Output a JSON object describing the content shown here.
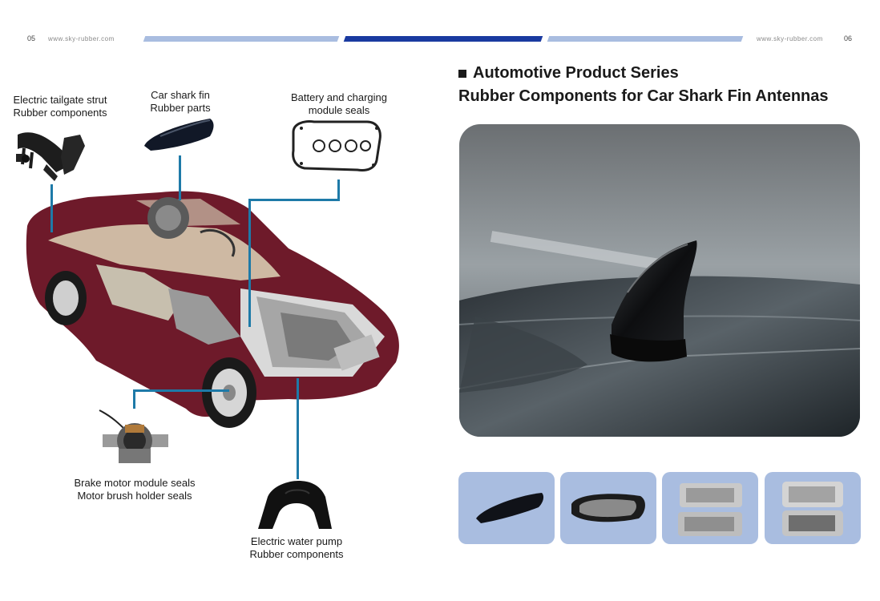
{
  "header": {
    "left_page": "05",
    "left_url": "www.sky-rubber.com",
    "right_url": "www.sky-rubber.com",
    "right_page": "06",
    "bar_colors": [
      "#a9bde0",
      "#1a3aa0",
      "#a9bde0"
    ]
  },
  "title": {
    "line1": "Automotive Product Series",
    "line2": "Rubber Components for Car Shark Fin Antennas"
  },
  "callouts": {
    "tailgate": [
      "Electric tailgate strut",
      "Rubber components"
    ],
    "shark_fin": [
      "Car shark fin",
      "Rubber parts"
    ],
    "battery": [
      "Battery and charging",
      "module seals"
    ],
    "brake": [
      "Brake motor module seals",
      "Motor brush holder seals"
    ],
    "water_pump": [
      "Electric water pump",
      "Rubber components"
    ]
  },
  "colors": {
    "accent_blue": "#1e7aa8",
    "car_body": "#6e1a2a",
    "thumb_bg": "#a9bde0"
  }
}
